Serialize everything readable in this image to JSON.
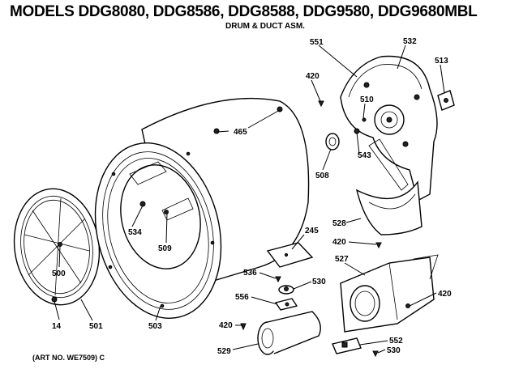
{
  "header": {
    "title": "MODELS DDG8080, DDG8586, DDG8588, DDG9580, DDG9680MBL",
    "subtitle": "DRUM & DUCT ASM."
  },
  "footer": {
    "art_number": "(ART NO. WE7509) C"
  },
  "part_labels": [
    {
      "id": "p551",
      "text": "551"
    },
    {
      "id": "p532",
      "text": "532"
    },
    {
      "id": "p513",
      "text": "513"
    },
    {
      "id": "p420a",
      "text": "420"
    },
    {
      "id": "p510",
      "text": "510"
    },
    {
      "id": "p465",
      "text": "465"
    },
    {
      "id": "p543",
      "text": "543"
    },
    {
      "id": "p508",
      "text": "508"
    },
    {
      "id": "p528",
      "text": "528"
    },
    {
      "id": "p534",
      "text": "534"
    },
    {
      "id": "p509",
      "text": "509"
    },
    {
      "id": "p500",
      "text": "500"
    },
    {
      "id": "p245",
      "text": "245"
    },
    {
      "id": "p420b",
      "text": "420"
    },
    {
      "id": "p527",
      "text": "527"
    },
    {
      "id": "p536",
      "text": "536"
    },
    {
      "id": "p530a",
      "text": "530"
    },
    {
      "id": "p420c",
      "text": "420"
    },
    {
      "id": "p556",
      "text": "556"
    },
    {
      "id": "p14",
      "text": "14"
    },
    {
      "id": "p501",
      "text": "501"
    },
    {
      "id": "p503",
      "text": "503"
    },
    {
      "id": "p420d",
      "text": "420"
    },
    {
      "id": "p529",
      "text": "529"
    },
    {
      "id": "p552",
      "text": "552"
    },
    {
      "id": "p530b",
      "text": "530"
    }
  ]
}
